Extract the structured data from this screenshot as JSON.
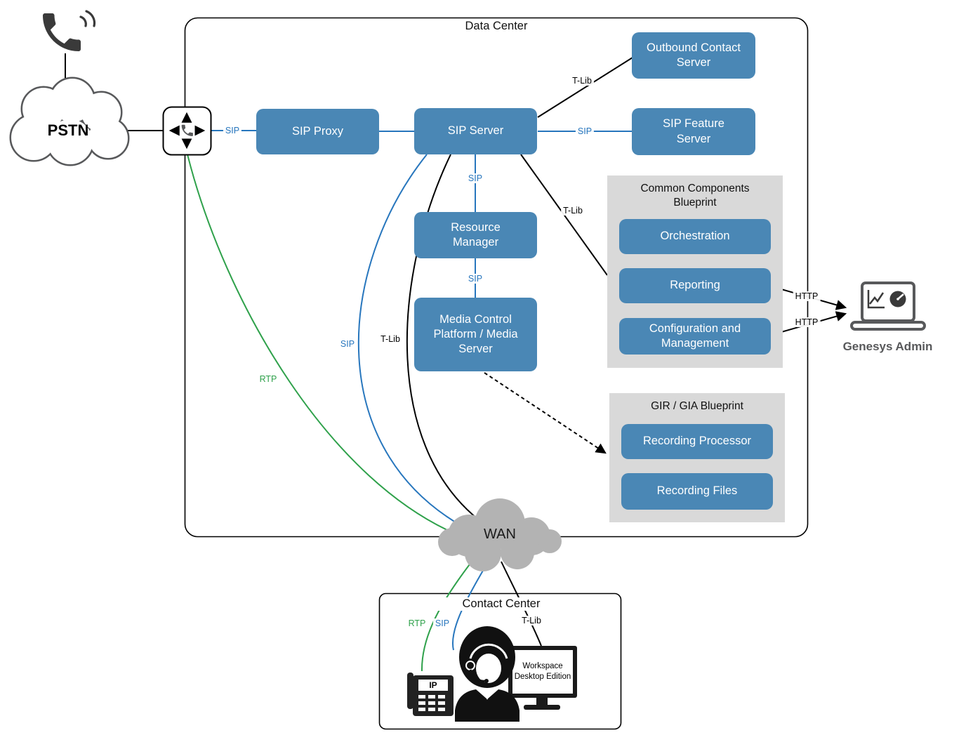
{
  "colors": {
    "box_blue": "#4a87b5",
    "line_blue": "#2776bd",
    "line_green": "#2fa14b",
    "line_black": "#000000",
    "group_gray": "#d9d9d9",
    "cloud_gray": "#b3b3b3",
    "cloud_stroke": "#58595b",
    "icon_dark": "#3a3a3a",
    "admin_text": "#58595b"
  },
  "regions": {
    "data_center": "Data Center",
    "contact_center": "Contact Center",
    "common_components_blueprint": "Common Components Blueprint",
    "gir_gia_blueprint": "GIR / GIA Blueprint"
  },
  "nodes": {
    "pstn": "PSTN",
    "wan": "WAN",
    "sip_proxy": "SIP Proxy",
    "sip_server": "SIP Server",
    "outbound_contact_server": "Outbound Contact Server",
    "sip_feature_server": "SIP Feature Server",
    "resource_manager": "Resource Manager",
    "media_control_platform": "Media Control Platform / Media Server",
    "orchestration": "Orchestration",
    "reporting": "Reporting",
    "configuration_and_management": "Configuration and Management",
    "recording_processor": "Recording Processor",
    "recording_files": "Recording Files",
    "genesys_admin": "Genesys Admin",
    "workspace_desktop_edition": "Workspace Desktop Edition",
    "ip_phone_label": "IP"
  },
  "edge_labels": {
    "sip_gateway_proxy": "SIP",
    "sip_server_feature": "SIP",
    "sip_server_resource_manager": "SIP",
    "sip_resource_manager_mcp": "SIP",
    "sip_server_wan": "SIP",
    "sip_wan_agent": "SIP",
    "tlib_server_outbound": "T-Lib",
    "tlib_server_common_components": "T-Lib",
    "tlib_server_wan": "T-Lib",
    "tlib_wan_workspace": "T-Lib",
    "rtp_gateway_wan": "RTP",
    "rtp_wan_phone": "RTP",
    "http_reporting_admin": "HTTP",
    "http_config_admin": "HTTP"
  }
}
